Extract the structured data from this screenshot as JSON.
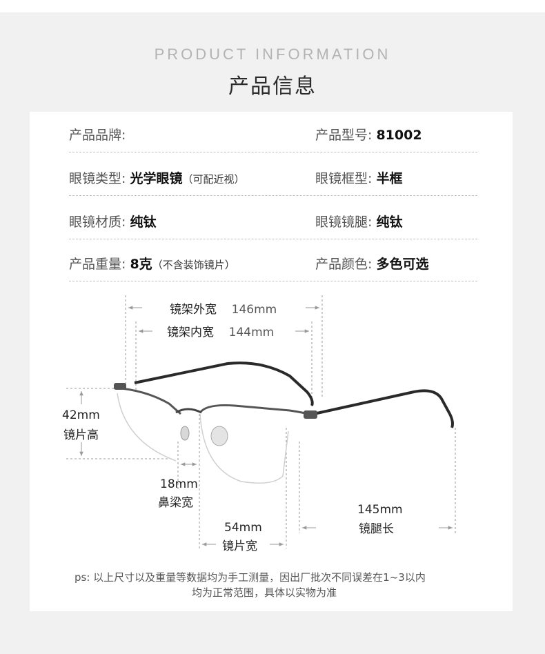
{
  "header": {
    "en_title": "PRODUCT INFORMATION",
    "cn_title": "产品信息"
  },
  "specs": [
    {
      "left_key": "产品品牌:",
      "left_val": "",
      "left_note": "",
      "right_key": "产品型号:",
      "right_val": "81002"
    },
    {
      "left_key": "眼镜类型:",
      "left_val": "光学眼镜",
      "left_note": "（可配近视）",
      "right_key": "眼镜框型:",
      "right_val": "半框"
    },
    {
      "left_key": "眼镜材质:",
      "left_val": "纯钛",
      "left_note": "",
      "right_key": "眼镜镜腿:",
      "right_val": "纯钛"
    },
    {
      "left_key": "产品重量:",
      "left_val": "8克",
      "left_note": "（不含装饰镜片）",
      "right_key": "产品颜色:",
      "right_val": "多色可选"
    }
  ],
  "dimensions": {
    "outer_width": {
      "label": "镜架外宽",
      "value": "146mm"
    },
    "inner_width": {
      "label": "镜架内宽",
      "value": "144mm"
    },
    "lens_height": {
      "label": "镜片高",
      "value": "42mm"
    },
    "bridge_width": {
      "label": "鼻梁宽",
      "value": "18mm"
    },
    "lens_width": {
      "label": "镜片宽",
      "value": "54mm"
    },
    "temple_length": {
      "label": "镜腿长",
      "value": "145mm"
    }
  },
  "note": {
    "line1": "ps:  以上尺寸以及重量等数据均为手工测量，因出厂批次不同误差在1~3以内",
    "line2": "均为正常范围，具体以实物为准"
  },
  "colors": {
    "frame": "#2a2a2a",
    "dim_line": "#9a9a9a",
    "background": "#f1f1f1",
    "card": "#ffffff"
  }
}
